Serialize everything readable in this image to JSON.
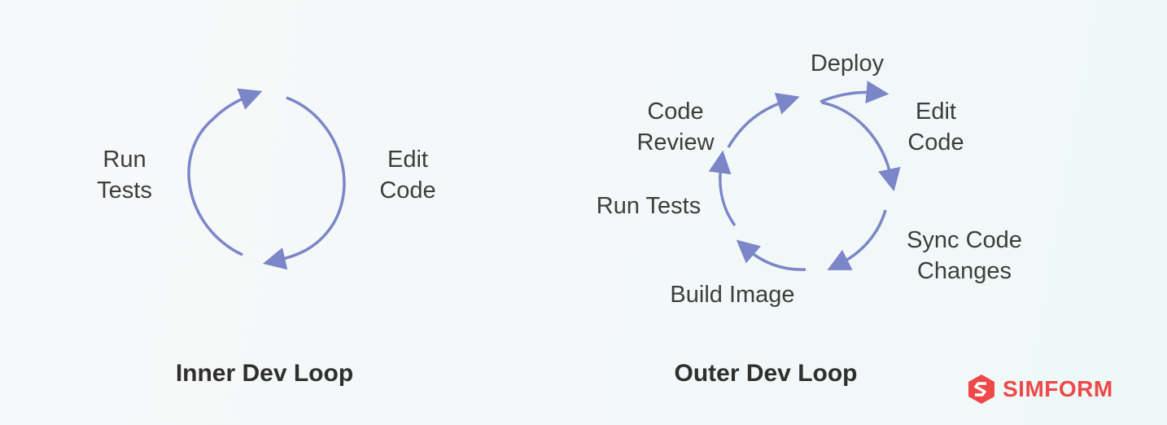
{
  "inner_loop": {
    "title": "Inner Dev Loop",
    "steps": [
      "Run\nTests",
      "Edit\nCode"
    ]
  },
  "outer_loop": {
    "title": "Outer Dev Loop",
    "steps": [
      "Deploy",
      "Edit\nCode",
      "Sync Code\nChanges",
      "Build Image",
      "Run Tests",
      "Code\nReview"
    ]
  },
  "logo": {
    "text": "SIMFORM",
    "icon": "simform-logo-icon",
    "color": "#ef4848"
  },
  "colors": {
    "arrow": "#7b86c8",
    "text": "#3d3d3d"
  }
}
